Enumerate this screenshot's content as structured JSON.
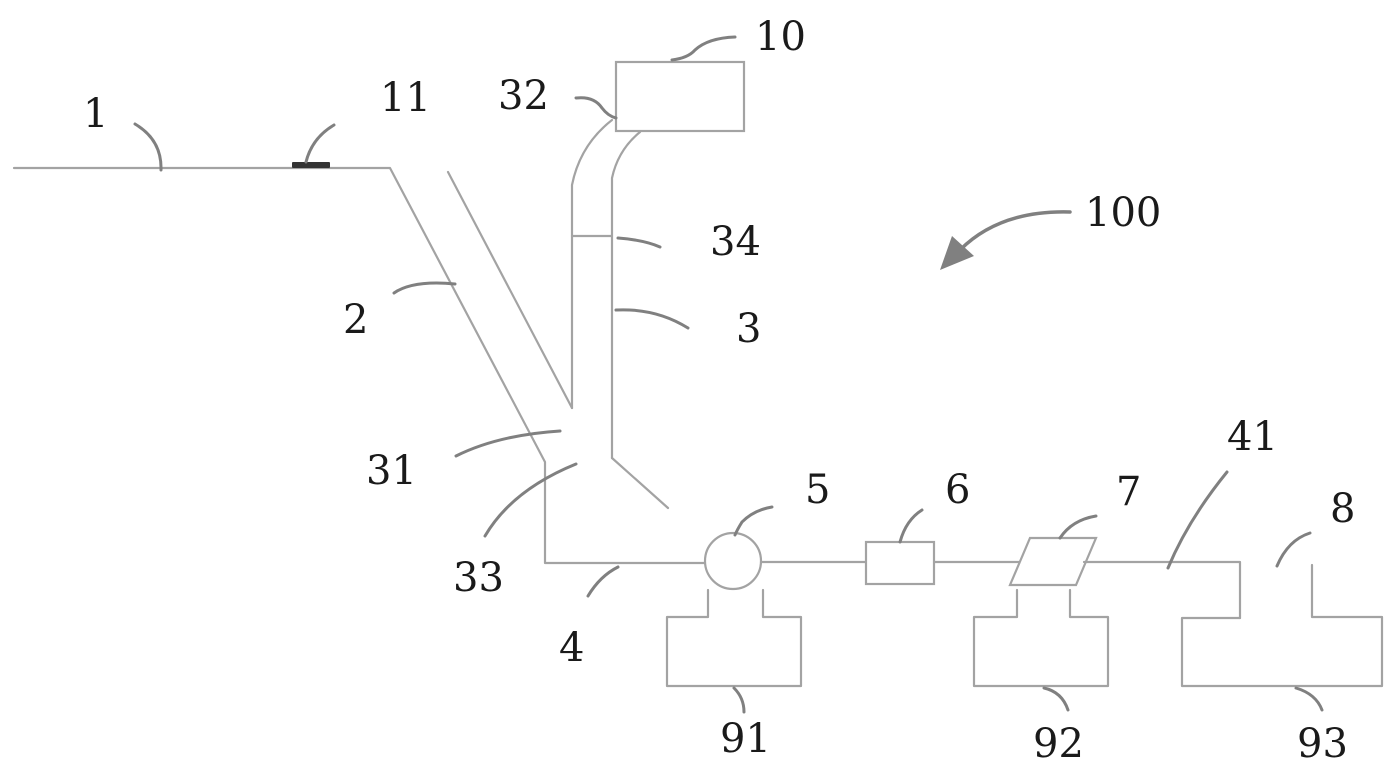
{
  "labels": {
    "l1": "1",
    "l2": "2",
    "l3": "3",
    "l4": "4",
    "l5": "5",
    "l6": "6",
    "l7": "7",
    "l8": "8",
    "l10": "10",
    "l11": "11",
    "l31": "31",
    "l32": "32",
    "l33": "33",
    "l34": "34",
    "l41": "41",
    "l91": "91",
    "l92": "92",
    "l93": "93",
    "l100": "100"
  }
}
